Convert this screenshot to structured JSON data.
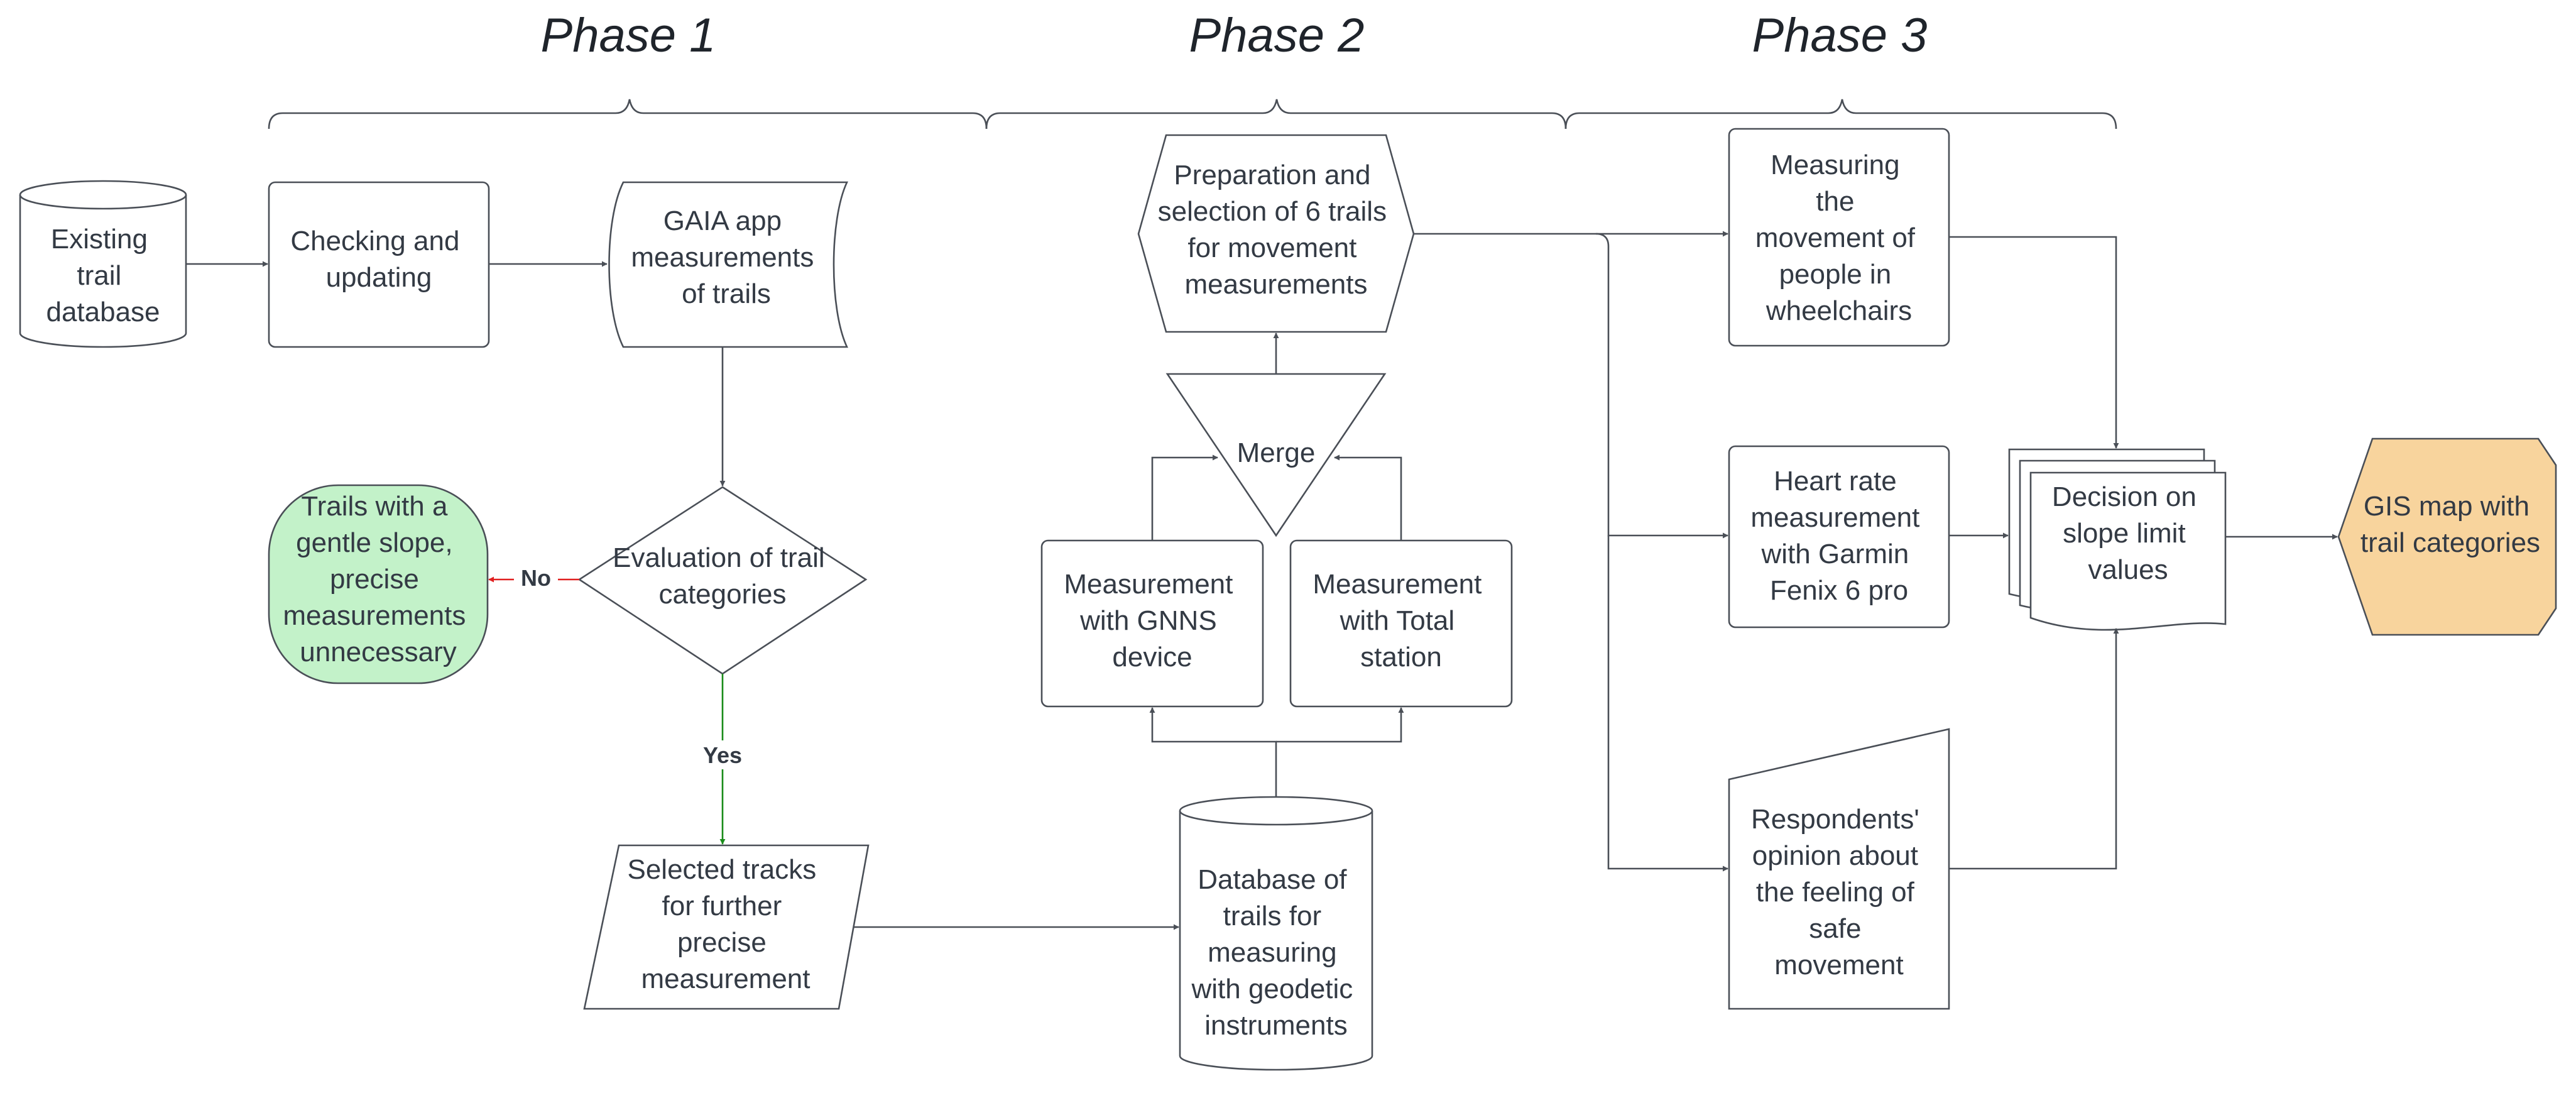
{
  "colors": {
    "stroke": "#4a4f57",
    "text": "#333a44",
    "no_edge": "#e02020",
    "yes_edge": "#1a8c1a",
    "green_fill": "#c3f2c9",
    "orange_fill": "#f8d49d"
  },
  "phases": [
    "Phase 1",
    "Phase 2",
    "Phase 3"
  ],
  "nodes": {
    "existing_db": [
      "Existing",
      "trail",
      "database"
    ],
    "checking": [
      "Checking and",
      "updating"
    ],
    "gaia": [
      "GAIA app",
      "measurements",
      "of trails"
    ],
    "evaluation": [
      "Evaluation of trail",
      "categories"
    ],
    "gentle": [
      "Trails with a",
      "gentle slope,",
      "precise",
      "measurements",
      "unnecessary"
    ],
    "selected": [
      "Selected tracks",
      "for further",
      "precise",
      "measurement"
    ],
    "db_geodetic": [
      "Database of",
      "trails for",
      "measuring",
      "with geodetic",
      "instruments"
    ],
    "gnns": [
      "Measurement",
      "with GNNS",
      "device"
    ],
    "total": [
      "Measurement",
      "with Total",
      "station"
    ],
    "merge": [
      "Merge"
    ],
    "preparation": [
      "Preparation and",
      "selection of 6 trails",
      "for movement",
      "measurements"
    ],
    "wheelchairs": [
      "Measuring",
      "the",
      "movement of",
      "people in",
      "wheelchairs"
    ],
    "heart": [
      "Heart rate",
      "measurement",
      "with Garmin",
      "Fenix 6 pro"
    ],
    "respondents": [
      "Respondents'",
      "opinion about",
      "the feeling of",
      "safe",
      "movement"
    ],
    "decision": [
      "Decision on",
      "slope limit",
      "values"
    ],
    "gis": [
      "GIS map with",
      "trail categories"
    ]
  },
  "edge_labels": {
    "no": "No",
    "yes": "Yes"
  }
}
